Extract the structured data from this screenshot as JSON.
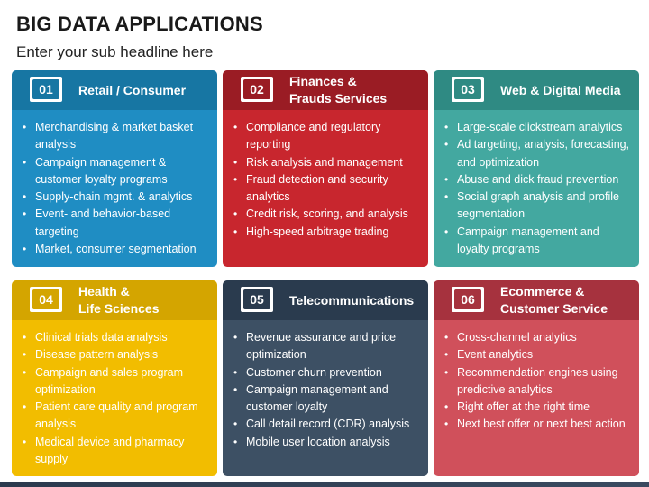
{
  "title": "BIG DATA APPLICATIONS",
  "subtitle": "Enter your sub headline here",
  "cards": [
    {
      "number": "01",
      "heading": "Retail / Consumer",
      "head_color": "#1776a3",
      "body_color": "#1f8dc3",
      "items": [
        "Merchandising & market basket analysis",
        "Campaign management & customer loyalty programs",
        "Supply-chain mgmt. & analytics",
        "Event- and behavior-based targeting",
        "Market, consumer segmentation"
      ]
    },
    {
      "number": "02",
      "heading": "Finances & Frauds Services",
      "head_color": "#9a1c24",
      "body_color": "#c8262e",
      "items": [
        "Compliance and regulatory reporting",
        "Risk analysis and management",
        "Fraud detection and security analytics",
        "Credit risk, scoring, and analysis",
        "High-speed arbitrage trading"
      ]
    },
    {
      "number": "03",
      "heading": "Web & Digital Media",
      "head_color": "#2f8a83",
      "body_color": "#43a8a0",
      "items": [
        "Large-scale clickstream analytics",
        "Ad targeting, analysis, forecasting, and optimization",
        "Abuse and dick fraud prevention",
        "Social graph analysis and profile segmentation",
        "Campaign management and loyalty programs"
      ]
    },
    {
      "number": "04",
      "heading": "Health & Life Sciences",
      "head_color": "#d4a500",
      "body_color": "#f2bd00",
      "items": [
        "Clinical trials data analysis",
        "Disease pattern analysis",
        "Campaign and sales program optimization",
        "Patient care quality and program analysis",
        "Medical device and pharmacy supply"
      ]
    },
    {
      "number": "05",
      "heading": "Telecommunications",
      "head_color": "#2a3b4e",
      "body_color": "#3d5064",
      "items": [
        "Revenue assurance and price optimization",
        "Customer churn prevention",
        "Campaign management and customer loyalty",
        "Call detail record (CDR) analysis",
        "Mobile user location analysis"
      ]
    },
    {
      "number": "06",
      "heading": "Ecommerce & Customer Service",
      "head_color": "#a6323e",
      "body_color": "#d0505b",
      "items": [
        "Cross-channel analytics",
        "Event analytics",
        "Recommendation engines using predictive analytics",
        "Right offer at the right time",
        "Next best offer or next best action"
      ]
    }
  ]
}
